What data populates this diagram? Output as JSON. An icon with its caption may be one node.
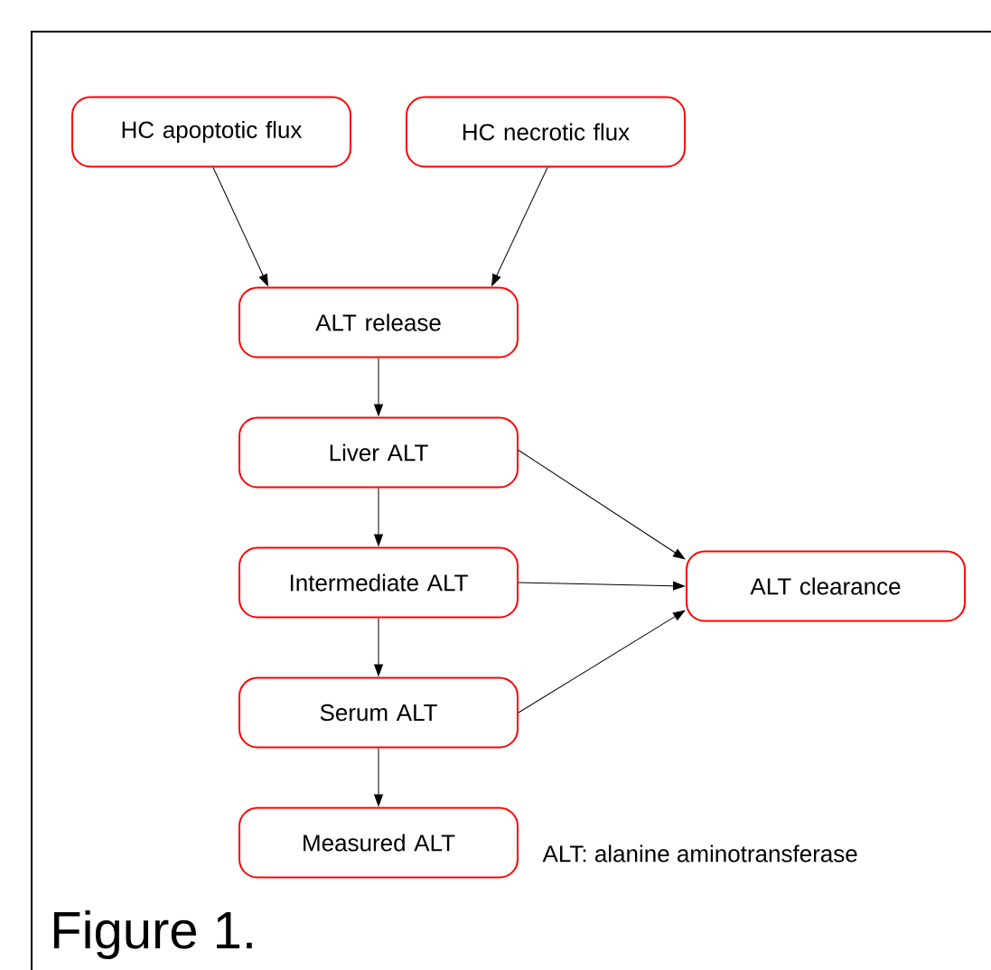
{
  "diagram": {
    "caption": "Figure 1.",
    "nodes": [
      {
        "text": [
          "HC apoptotic flux"
        ]
      },
      {
        "text": [
          "HC necrotic flux"
        ]
      },
      {
        "text": [
          "ALT release"
        ]
      },
      {
        "text": [
          "Liver ALT"
        ]
      },
      {
        "text": [
          "Intermediate ALT"
        ]
      },
      {
        "text": [
          "Serum ALT"
        ]
      },
      {
        "text": [
          "Measured ALT"
        ]
      },
      {
        "text": [
          "ALT clearance"
        ]
      }
    ],
    "edges": [
      {
        "from": 0,
        "to": 2,
        "arrow": "to"
      },
      {
        "from": 1,
        "to": 2,
        "arrow": "to"
      },
      {
        "from": 2,
        "to": 3,
        "arrow": "to"
      },
      {
        "from": 3,
        "to": 4,
        "arrow": "to"
      },
      {
        "from": 4,
        "to": 5,
        "arrow": "to"
      },
      {
        "from": 5,
        "to": 6,
        "arrow": "to"
      },
      {
        "from": 3,
        "to": 7,
        "arrow": "to"
      },
      {
        "from": 4,
        "to": 7,
        "arrow": "to"
      },
      {
        "from": 5,
        "to": 7,
        "arrow": "to"
      }
    ],
    "labels": [
      "ALT: alanine aminotransferase"
    ]
  }
}
